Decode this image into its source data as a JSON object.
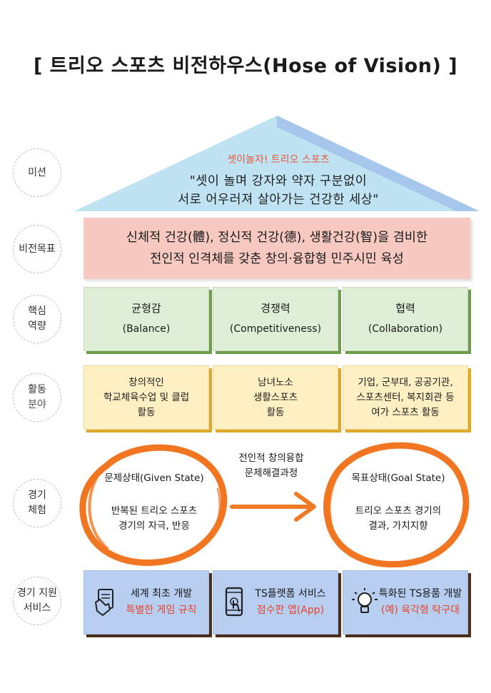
{
  "title": "[ 트리오 스포츠 비전하우스(Hose of Vision) ]",
  "colors": {
    "roof": "#bfe3f2",
    "roof_edge": "#9fbfe8",
    "vision_bg": "#f7c9c0",
    "ring": "#f27521",
    "arrow": "#f07b26"
  },
  "rows": {
    "mission": "미션",
    "vision": "비전목표",
    "core": [
      "핵심",
      "역량"
    ],
    "activity": [
      "활동",
      "분야"
    ],
    "experience": [
      "경기",
      "체험"
    ],
    "support": [
      "경기 지원",
      "서비스"
    ]
  },
  "mission": {
    "slogan": "셋이놀자! 트리오 스포츠",
    "line1": "\"셋이 놀며 강자와 약자 구분없이",
    "line2": "서로 어우러져 살아가는 건강한 세상\""
  },
  "vision": {
    "line1": "신체적 건강(體), 정신적 건강(德), 생활건강(智)을 겸비한",
    "line2": "전인적 인격체를 갖춘 창의·융합형 민주시민 육성"
  },
  "core": [
    {
      "title": "균형감",
      "en": "(Balance)"
    },
    {
      "title": "경쟁력",
      "en": "(Competitiveness)"
    },
    {
      "title": "협력",
      "en": "(Collaboration)"
    }
  ],
  "activity": [
    [
      "창의적인",
      "학교체육수업 및 클럽",
      "활동"
    ],
    [
      "남녀노소",
      "생활스포츠",
      "활동"
    ],
    [
      "기업, 군부대,  공공기관,",
      "스포츠센터, 복지회관 등",
      "여가 스포츠 활동"
    ]
  ],
  "experience": {
    "given_title": "문제상태(Given State)",
    "given_line1": "반복된 트리오 스포츠",
    "given_line2": "경기의 자극, 반응",
    "process_line1": "전인적 창의융합",
    "process_line2": "문제해결과정",
    "goal_title": "목표상태(Goal State)",
    "goal_line1": "트리오 스포츠 경기의",
    "goal_line2": "결과, 가치지향"
  },
  "support": [
    {
      "line1": "세계 최초 개발",
      "line2": "특별한 게임 규칙",
      "icon": "rulebook-hand-icon"
    },
    {
      "line1": "TS플랫폼 서비스",
      "line2": "점수판 앱(App)",
      "icon": "smartphone-touch-icon"
    },
    {
      "line1": "특화된 TS용품 개발",
      "line2": "(예) 육각형 탁구대",
      "icon": "lightbulb-icon"
    }
  ]
}
